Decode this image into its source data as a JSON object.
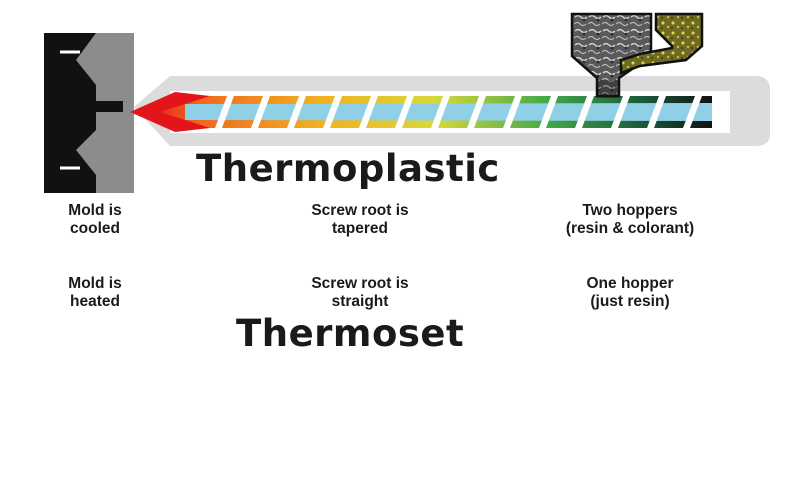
{
  "thermoplastic": {
    "title": "Thermoplastic",
    "mold_label": [
      "Mold is",
      "cooled"
    ],
    "screw_label": [
      "Screw root is",
      "tapered"
    ],
    "hopper_label": [
      "Two hoppers",
      "(resin & colorant)"
    ]
  },
  "thermoset": {
    "title": "Thermoset",
    "mold_label": [
      "Mold is",
      "heated"
    ],
    "screw_label": [
      "Screw root is",
      "straight"
    ],
    "hopper_label": [
      "One hopper",
      "(just resin)"
    ]
  },
  "colors": {
    "divider": "#b3276f",
    "barrel": "#dcdcdc",
    "mold_dark": "#111111",
    "mold_gray": "#8c8c8c",
    "screw_light": "#8fd0e6",
    "nozzle_hot": "#e3151b",
    "hopper_tp_resin": "#6e6e6e",
    "hopper_tp_colorant": "#7d7a2c",
    "hopper_ts_resin": "#c8c8c8"
  },
  "icons": [
    "mold-cavity-icon",
    "screw-flight-icon",
    "hopper-icon"
  ]
}
